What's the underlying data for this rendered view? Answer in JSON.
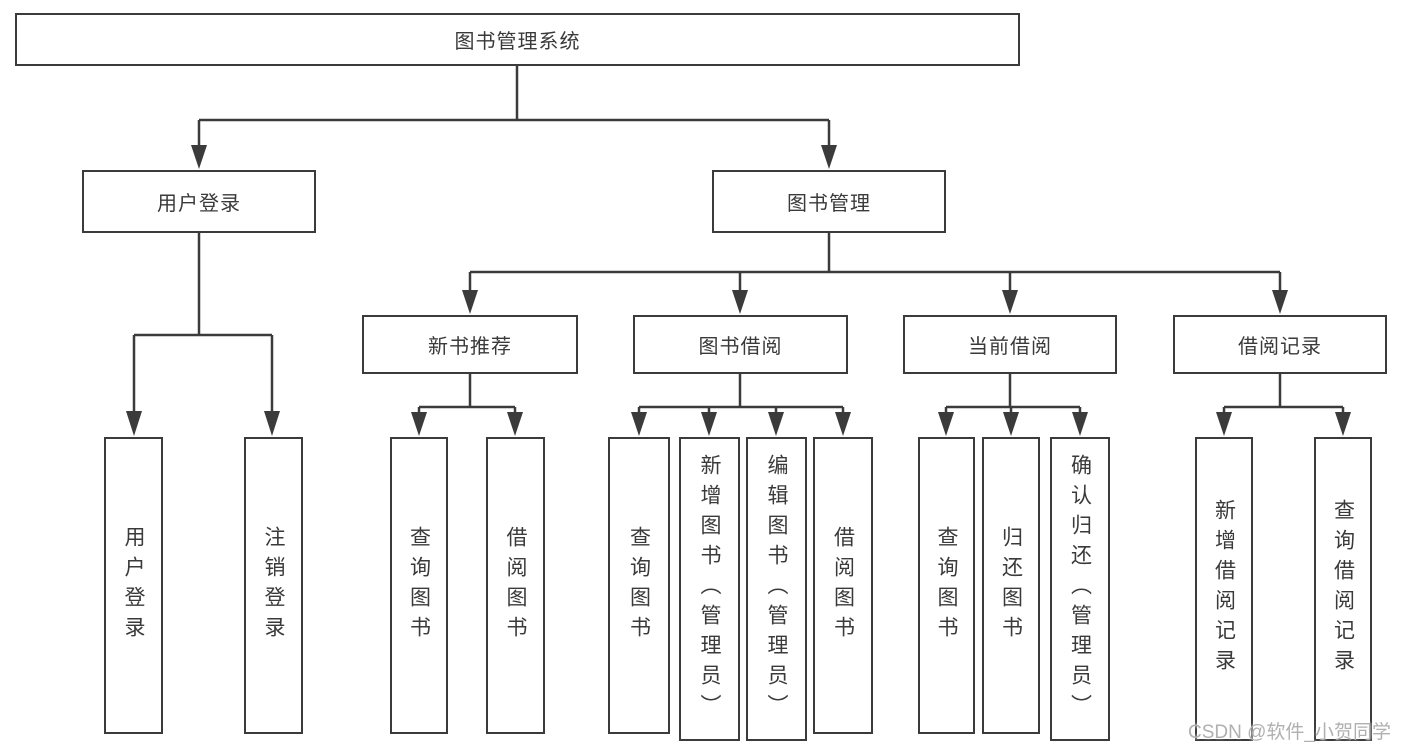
{
  "colors": {
    "line": "#3b3b3b",
    "ink": "#3a3a3a",
    "watermark": "#b0b0b0",
    "bg": "#ffffff"
  },
  "watermark": {
    "text": "CSDN @软件_小贺同学"
  },
  "diagram": {
    "root": {
      "label": "图书管理系统"
    },
    "branches": [
      {
        "label": "用户登录",
        "children": [
          {
            "label": "用户登录"
          },
          {
            "label": "注销登录"
          }
        ]
      },
      {
        "label": "图书管理",
        "groups": [
          {
            "label": "新书推荐",
            "children": [
              {
                "label": "查询图书"
              },
              {
                "label": "借阅图书"
              }
            ]
          },
          {
            "label": "图书借阅",
            "children": [
              {
                "label": "查询图书"
              },
              {
                "label": "新增图书（管理员）"
              },
              {
                "label": "编辑图书（管理员）"
              },
              {
                "label": "借阅图书"
              }
            ]
          },
          {
            "label": "当前借阅",
            "children": [
              {
                "label": "查询图书"
              },
              {
                "label": "归还图书"
              },
              {
                "label": "确认归还（管理员）"
              }
            ]
          },
          {
            "label": "借阅记录",
            "children": [
              {
                "label": "新增借阅记录"
              },
              {
                "label": "查询借阅记录"
              }
            ]
          }
        ]
      }
    ]
  }
}
